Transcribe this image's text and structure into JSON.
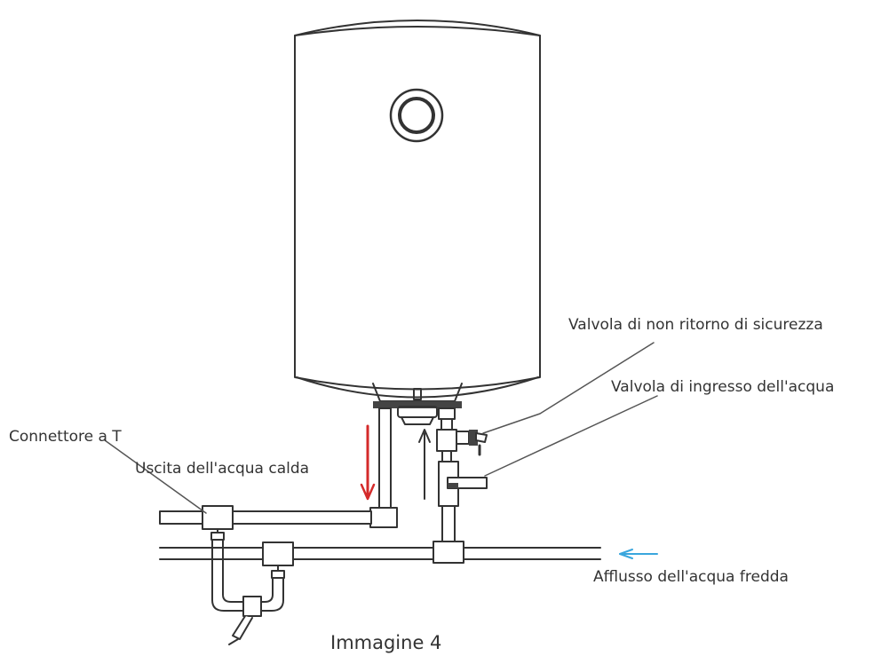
{
  "labels": {
    "safety_valve": "Valvola di non ritorno di sicurezza",
    "inlet_valve": "Valvola di ingresso dell'acqua",
    "t_connector": "Connettore a T",
    "hot_outlet": "Uscita dell'acqua calda",
    "cold_inflow": "Afflusso dell'acqua fredda"
  },
  "caption": "Immagine 4",
  "colors": {
    "line": "#333333",
    "hot_arrow": "#d42a2a",
    "cold_arrow": "#3aa6dd"
  }
}
